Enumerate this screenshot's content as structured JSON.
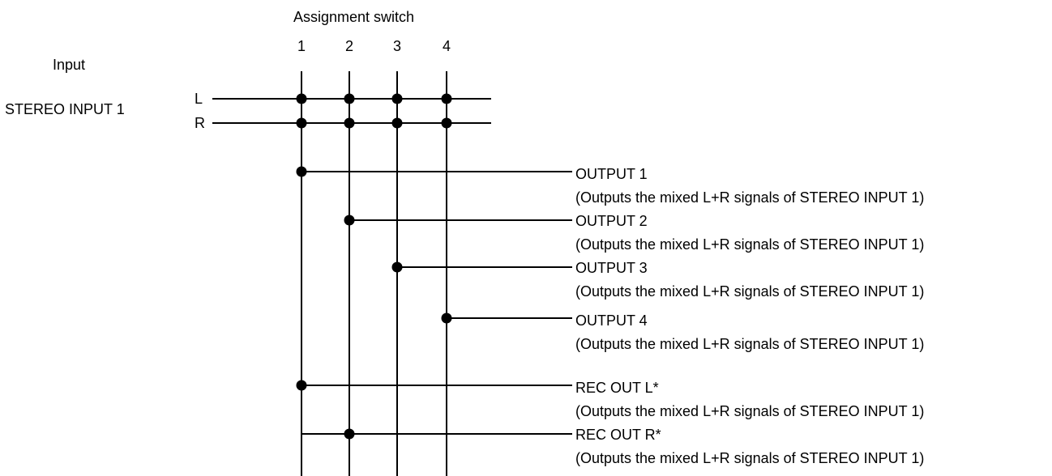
{
  "header": {
    "assignment_switch_title": "Assignment switch",
    "input_title": "Input"
  },
  "switches": [
    "1",
    "2",
    "3",
    "4"
  ],
  "input": {
    "name": "STEREO INPUT 1",
    "channels": [
      "L",
      "R"
    ]
  },
  "outputs": [
    {
      "name": "OUTPUT 1",
      "description": "(Outputs the mixed L+R signals of STEREO INPUT 1)",
      "switch": 1
    },
    {
      "name": "OUTPUT 2",
      "description": "(Outputs the mixed L+R signals of STEREO INPUT 1)",
      "switch": 2
    },
    {
      "name": "OUTPUT 3",
      "description": "(Outputs the mixed L+R signals of STEREO INPUT 1)",
      "switch": 3
    },
    {
      "name": "OUTPUT 4",
      "description": "(Outputs the mixed L+R signals of STEREO INPUT 1)",
      "switch": 4
    },
    {
      "name": "REC OUT L*",
      "description": "(Outputs the mixed L+R signals of STEREO INPUT 1)",
      "switch": 1
    },
    {
      "name": "REC OUT R*",
      "description": "(Outputs the mixed L+R signals of STEREO INPUT 1)",
      "switch": 2
    }
  ],
  "colors": {
    "line": "#000000",
    "background": "#ffffff"
  }
}
